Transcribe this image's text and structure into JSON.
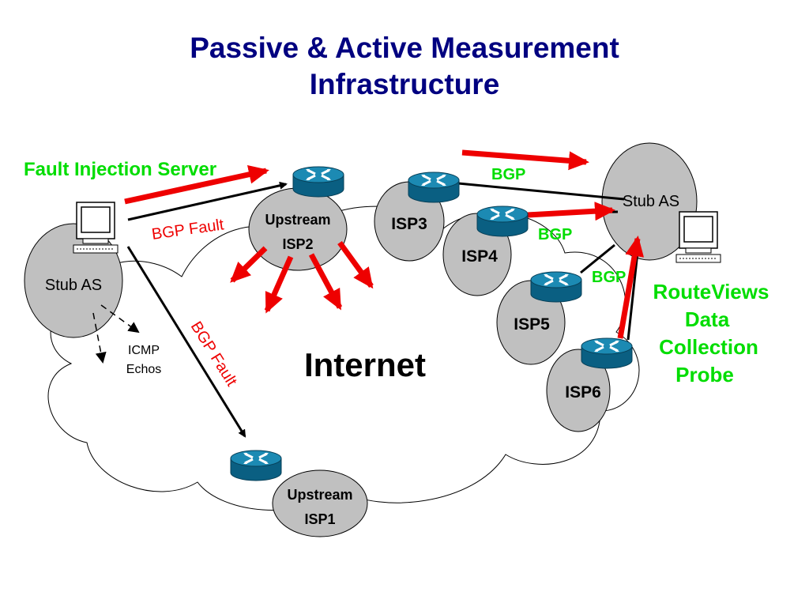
{
  "title": {
    "line1": "Passive & Active Measurement",
    "line2": "Infrastructure"
  },
  "cloud_label": "Internet",
  "stub_as_left": "Stub AS",
  "stub_as_right": "Stub AS",
  "isps": {
    "upstream_isp2": {
      "line1": "Upstream",
      "line2": "ISP2"
    },
    "upstream_isp1": {
      "line1": "Upstream",
      "line2": "ISP1"
    },
    "isp3": "ISP3",
    "isp4": "ISP4",
    "isp5": "ISP5",
    "isp6": "ISP6"
  },
  "labels": {
    "fault_injection_server": "Fault Injection Server",
    "bgp_fault_top": "BGP Fault",
    "bgp_fault_diag": "BGP Fault",
    "icmp_line1": "ICMP",
    "icmp_line2": "Echos",
    "bgp_1": "BGP",
    "bgp_2": "BGP",
    "bgp_3": "BGP",
    "routeviews_line1": "RouteViews",
    "routeviews_line2": "Data",
    "routeviews_line3": "Collection",
    "routeviews_line4": "Probe"
  },
  "colors": {
    "title": "#000080",
    "green_label": "#00dd00",
    "red_arrow": "#ee0000",
    "router": "#0a6a8c",
    "node_fill": "#c0c0c0"
  },
  "icons": [
    "router-icon",
    "computer-icon"
  ]
}
